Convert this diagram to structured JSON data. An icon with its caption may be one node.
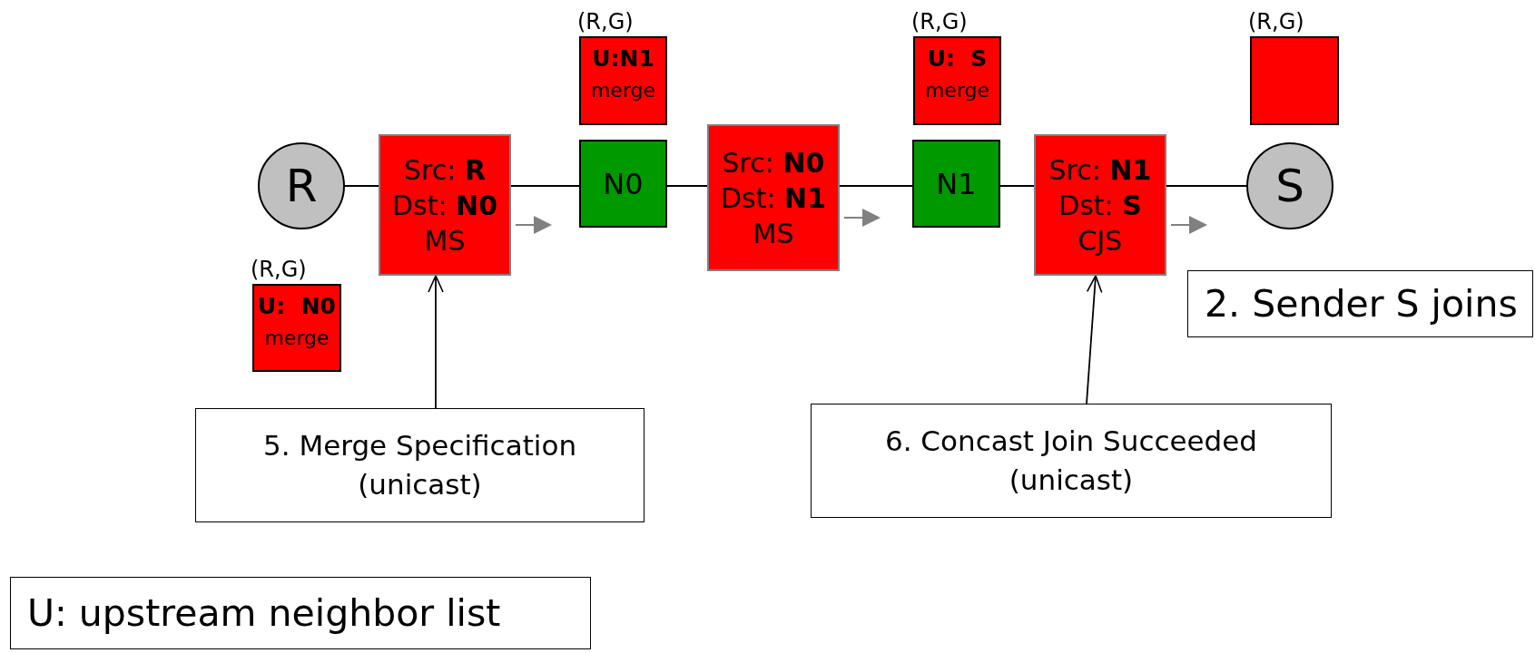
{
  "diagram": {
    "nodes": [
      {
        "text": [
          "R"
        ]
      },
      {
        "text": [
          "Src: **R**",
          "Dst: **N0**",
          "MS"
        ]
      },
      {
        "text": [
          "N0"
        ]
      },
      {
        "text": [
          "Src: **N0**",
          "Dst: **N1**",
          "MS"
        ]
      },
      {
        "text": [
          "N1"
        ]
      },
      {
        "text": [
          "Src: **N1**",
          "Dst: **S**",
          "CJS"
        ]
      },
      {
        "text": [
          "S"
        ]
      },
      {
        "text": [
          "U:N1",
          "merge"
        ],
        "beside": [
          "(R,G)"
        ]
      },
      {
        "text": [
          "U:  S",
          "merge"
        ],
        "beside": [
          "(R,G)"
        ]
      },
      {
        "text": [],
        "shape": "box",
        "beside": [
          "(R,G)"
        ]
      },
      {
        "text": [
          "U:  N0",
          "merge"
        ],
        "beside": [
          "(R,G)"
        ]
      },
      {
        "text": [
          "5. Merge Specification (unicast)"
        ]
      },
      {
        "text": [
          "6. Concast Join Succeeded (unicast)"
        ]
      },
      {
        "text": [
          "2. Sender S joins"
        ]
      },
      {
        "text": [
          "U: upstream neighbor list"
        ]
      }
    ],
    "edges": [
      {
        "from": 0,
        "to": 1,
        "arrow": "none"
      },
      {
        "from": 1,
        "to": 2,
        "arrow": "none"
      },
      {
        "from": 2,
        "to": 3,
        "arrow": "none"
      },
      {
        "from": 3,
        "to": 4,
        "arrow": "none"
      },
      {
        "from": 4,
        "to": 5,
        "arrow": "none"
      },
      {
        "from": 5,
        "to": 6,
        "arrow": "none"
      },
      {
        "from": 11,
        "to": 1,
        "arrow": "to"
      },
      {
        "from": 12,
        "to": 5,
        "arrow": "to"
      }
    ]
  }
}
